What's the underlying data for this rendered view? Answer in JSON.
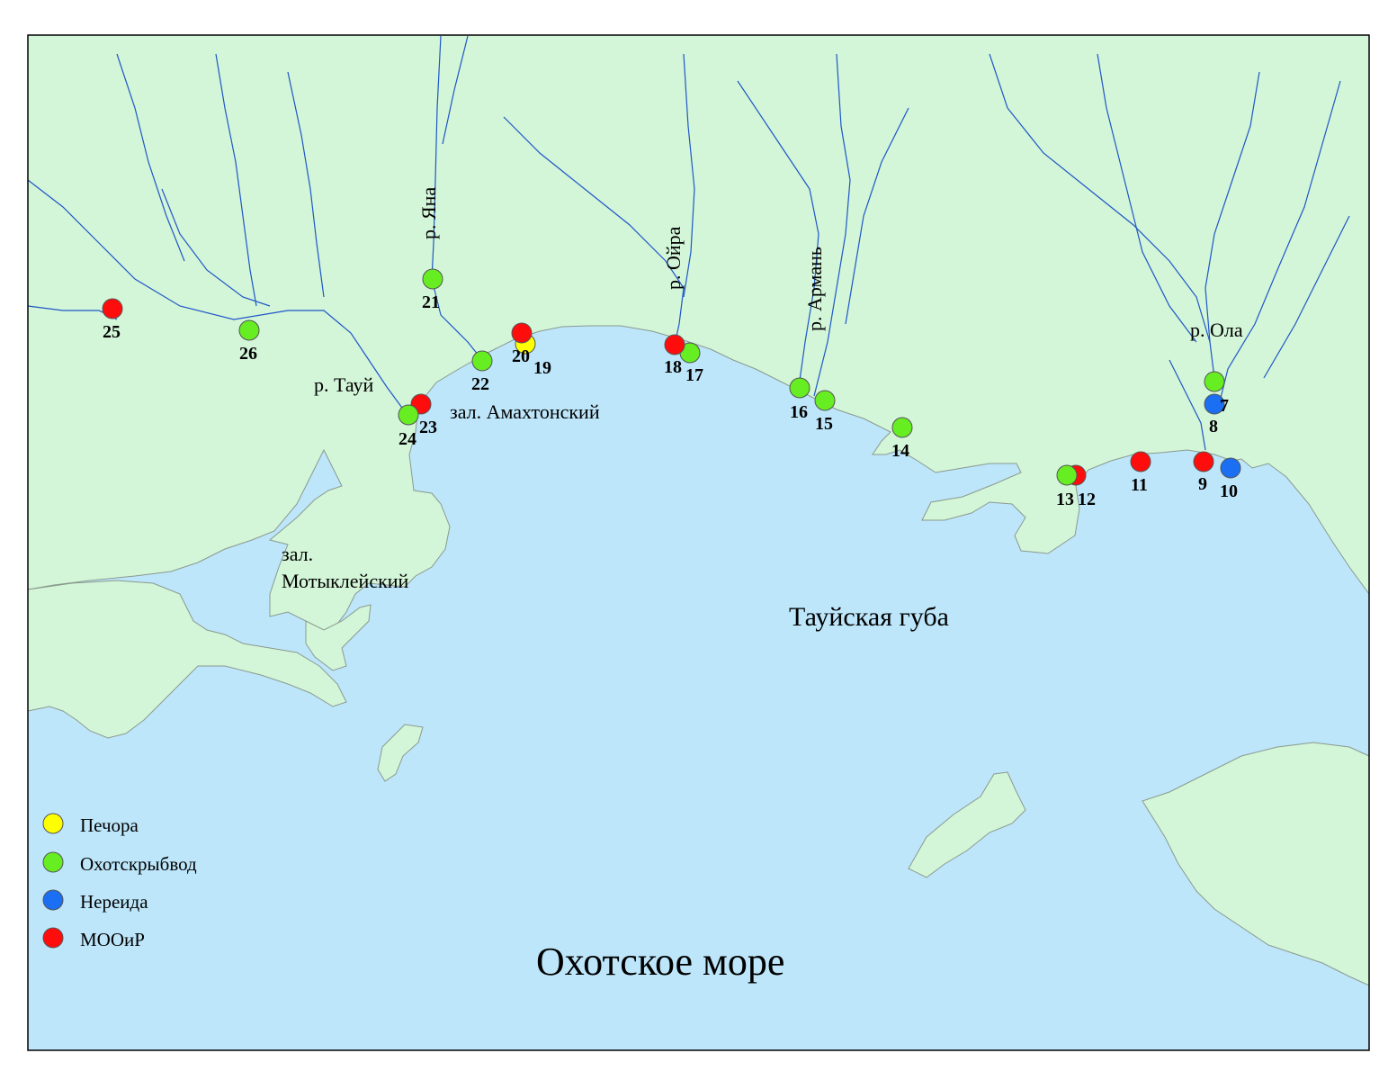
{
  "colors": {
    "land": "#d3f5d8",
    "sea": "#bde6fa",
    "river": "#1f57c8",
    "coast": "#8a9a8e"
  },
  "labels": {
    "sea": "Охотское море",
    "gulf": "Тауйская губа",
    "bay_amakhton": "зал. Амахтонский",
    "bay_motyk_1": "зал.",
    "bay_motyk_2": "Мотыклейский",
    "river_tauy": "р. Тауй",
    "river_yana": "р. Яна",
    "river_oyra": "р. Ойра",
    "river_arman": "р. Армань",
    "river_ola": "р. Ола"
  },
  "legend": [
    {
      "label": "Печора",
      "color": "#ffff00"
    },
    {
      "label": "Охотскрыбвод",
      "color": "#66ee22"
    },
    {
      "label": "Нереида",
      "color": "#1a6ff2"
    },
    {
      "label": "МООиР",
      "color": "#ff0d0d"
    }
  ],
  "stations": [
    {
      "id": "7",
      "org": "Охотскрыбвод"
    },
    {
      "id": "8",
      "org": "Нереида"
    },
    {
      "id": "9",
      "org": "МООиР"
    },
    {
      "id": "10",
      "org": "Нереида"
    },
    {
      "id": "11",
      "org": "МООиР"
    },
    {
      "id": "12",
      "org": "МООиР"
    },
    {
      "id": "13",
      "org": "Охотскрыбвод"
    },
    {
      "id": "14",
      "org": "Охотскрыбвод"
    },
    {
      "id": "15",
      "org": "Охотскрыбвод"
    },
    {
      "id": "16",
      "org": "Охотскрыбвод"
    },
    {
      "id": "17",
      "org": "Охотскрыбвод"
    },
    {
      "id": "18",
      "org": "МООиР"
    },
    {
      "id": "19",
      "org": "Печора"
    },
    {
      "id": "20",
      "org": "МООиР"
    },
    {
      "id": "21",
      "org": "Охотскрыбвод"
    },
    {
      "id": "22",
      "org": "Охотскрыбвод"
    },
    {
      "id": "23",
      "org": "МООиР"
    },
    {
      "id": "24",
      "org": "Охотскрыбвод"
    },
    {
      "id": "25",
      "org": "МООиР"
    },
    {
      "id": "26",
      "org": "Охотскрыбвод"
    }
  ]
}
